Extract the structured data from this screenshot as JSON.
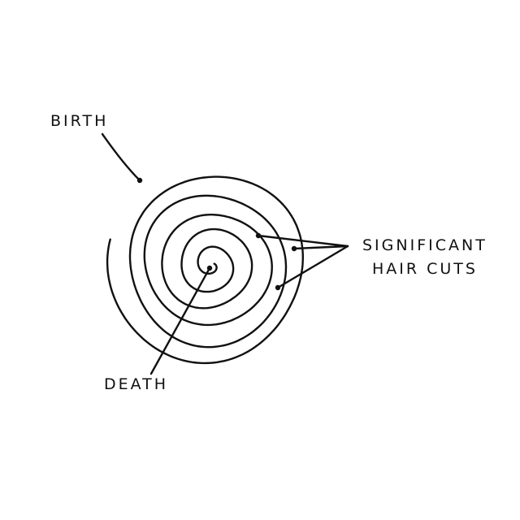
{
  "labels": {
    "start": "BIRTH",
    "end": "DEATH",
    "marks_line1": "SIGNIFICANT",
    "marks_line2": "HAIR CUTS"
  },
  "colors": {
    "ink": "#111111",
    "paper": "#ffffff"
  }
}
